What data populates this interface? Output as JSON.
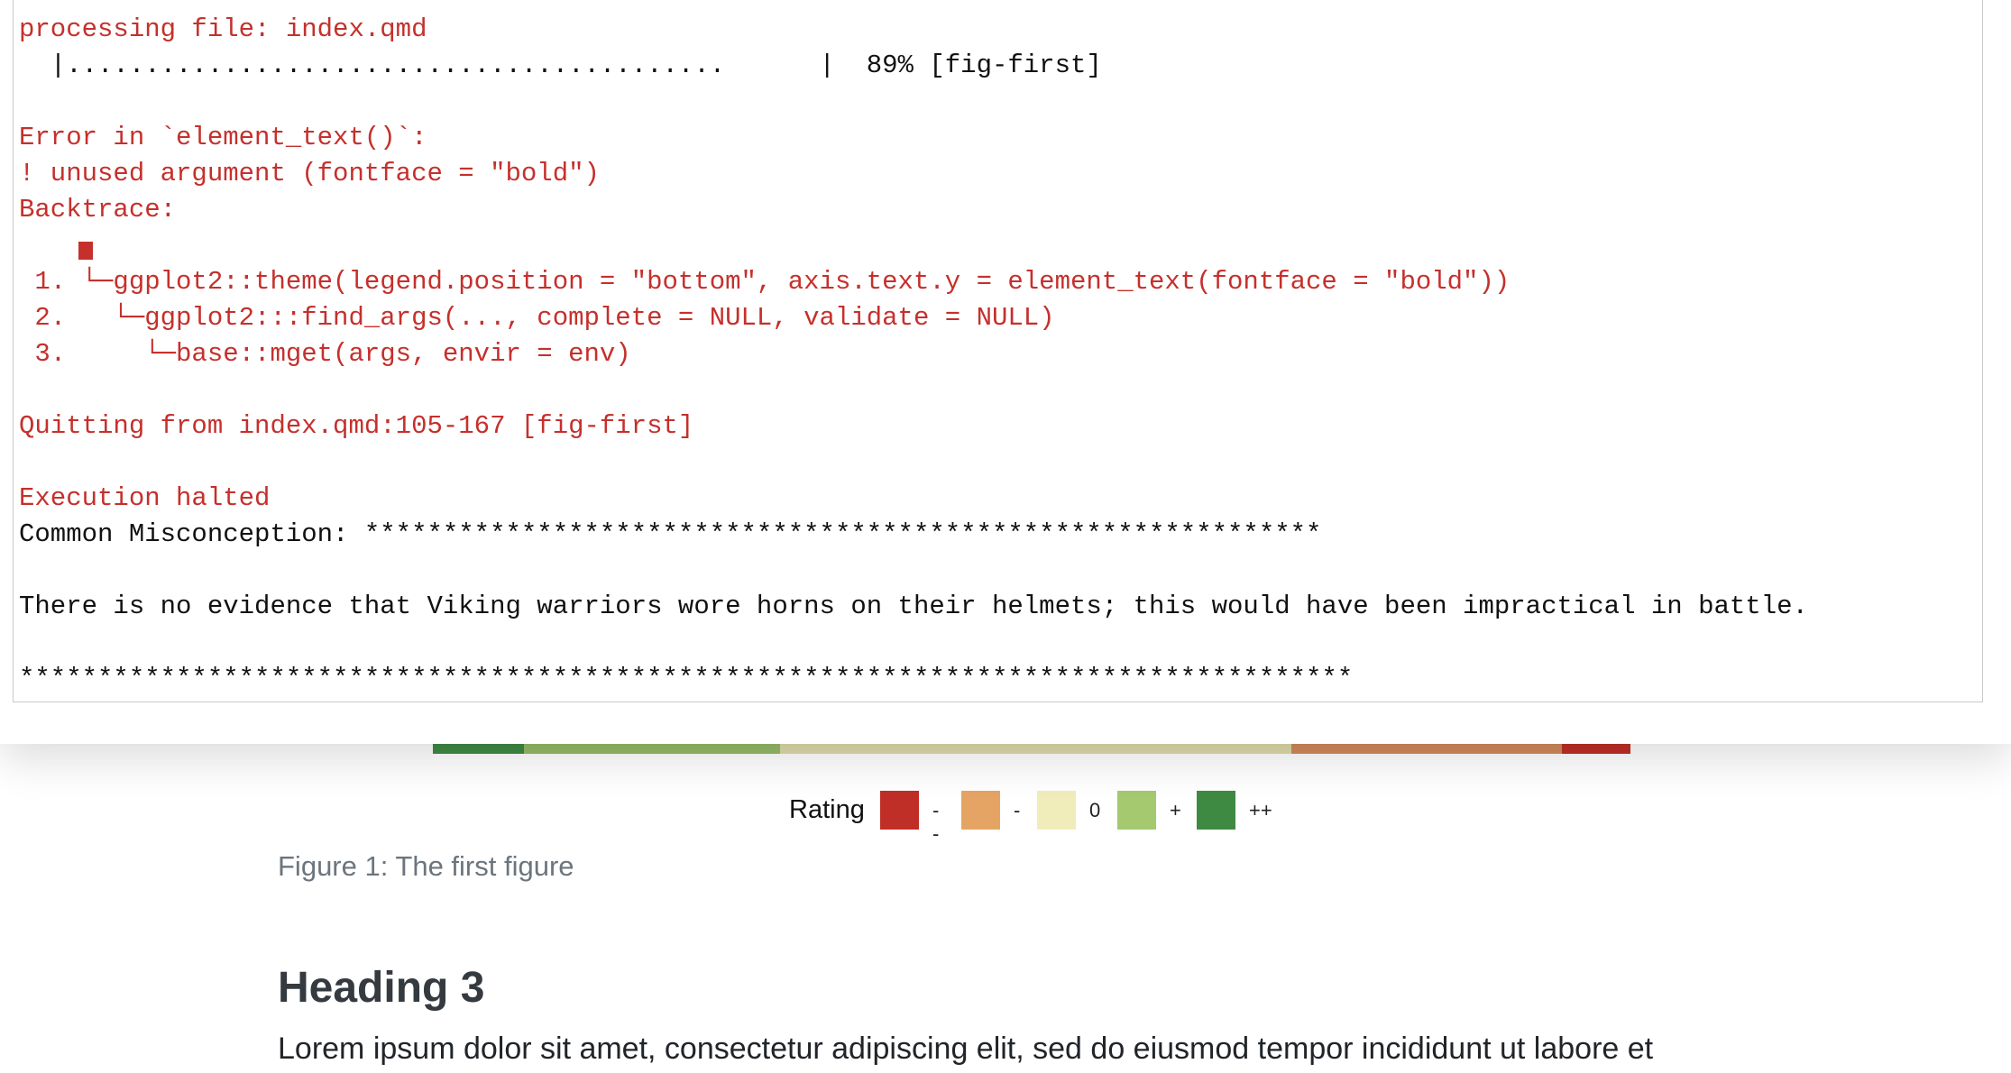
{
  "console": {
    "lines": {
      "processing": "processing file: index.qmd",
      "progress": "  |..........................................      |  89% [fig-first]",
      "error_header": "Error in `element_text()`:",
      "error_detail": "! unused argument (fontface = \"bold\")",
      "backtrace_label": "Backtrace:",
      "bt1": " 1. └─ggplot2::theme(legend.position = \"bottom\", axis.text.y = element_text(fontface = \"bold\"))",
      "bt2": " 2.   └─ggplot2:::find_args(..., complete = NULL, validate = NULL)",
      "bt3": " 3.     └─base::mget(args, envir = env)",
      "quitting": "Quitting from index.qmd:105-167 [fig-first]",
      "halted": "Execution halted",
      "misconception_header": "Common Misconception: *************************************************************",
      "misconception_text": "There is no evidence that Viking warriors wore horns on their helmets; this would have been impractical in battle.",
      "misconception_footer": "*************************************************************************************"
    },
    "colors": {
      "error": "#c5302c",
      "output": "#111111"
    }
  },
  "figure": {
    "legend": {
      "title": "Rating",
      "items": [
        {
          "label": "--",
          "color": "#bf2f27"
        },
        {
          "label": "-",
          "color": "#e5a464"
        },
        {
          "label": "0",
          "color": "#f1edbb"
        },
        {
          "label": "+",
          "color": "#a4c96f"
        },
        {
          "label": "++",
          "color": "#3f8a43"
        }
      ]
    },
    "stacked_bar_colors": [
      "#3f8a43",
      "#96bb67",
      "#dedcaa",
      "#d28b5b",
      "#bf2f27"
    ],
    "caption": "Figure 1: The first figure"
  },
  "content": {
    "heading": "Heading 3",
    "paragraph": "Lorem ipsum dolor sit amet, consectetur adipiscing elit, sed do eiusmod tempor incididunt ut labore et"
  }
}
